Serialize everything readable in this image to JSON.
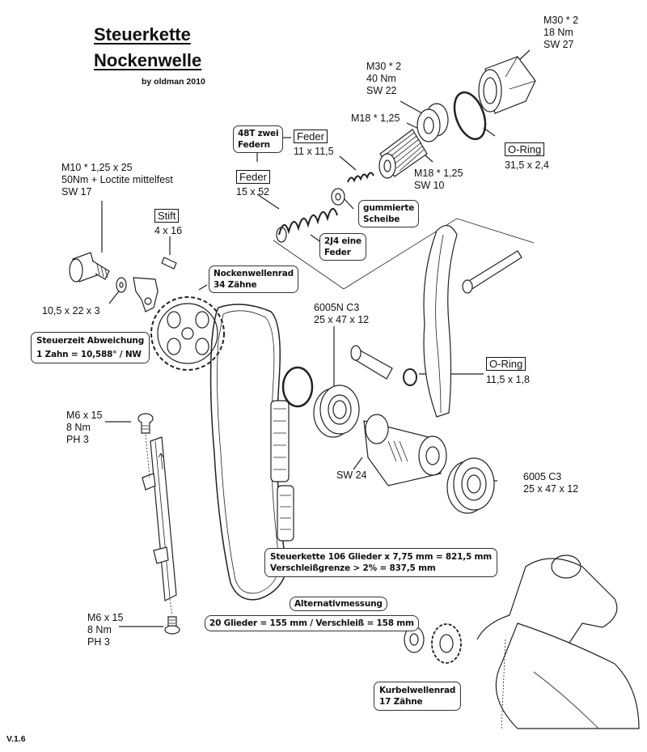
{
  "title": {
    "line1": "Steuerkette",
    "line2": "Nockenwelle",
    "byline": "by oldman 2010"
  },
  "version": "V.1.6",
  "labels": {
    "m30_18nm": {
      "lines": [
        "M30 * 2",
        "18 Nm",
        "SW 27"
      ]
    },
    "m30_40nm": {
      "lines": [
        "M30 * 2",
        "40 Nm",
        "SW 22"
      ]
    },
    "m18_upper": {
      "line": "M18 * 1,25"
    },
    "m18_sw10": {
      "lines": [
        "M18 * 1,25",
        "SW 10"
      ]
    },
    "oring_large": {
      "tag": "O-Ring",
      "size": "31,5 x 2,4"
    },
    "feder_small": {
      "tag": "Feder",
      "size": "11 x 11,5"
    },
    "feder_large": {
      "tag": "Feder",
      "size": "15 x 52"
    },
    "m10_bolt": {
      "lines": [
        "M10 * 1,25 x 25",
        "50Nm + Loctite mittelfest",
        "SW 17"
      ]
    },
    "stift": {
      "tag": "Stift",
      "size": "4 x 16"
    },
    "washer": {
      "line": "10,5 x 22 x 3"
    },
    "bearing_6005n": {
      "lines": [
        "6005N C3",
        "25 x 47 x 12"
      ]
    },
    "oring_small": {
      "tag": "O-Ring",
      "size": "11,5 x 1,8"
    },
    "m6_upper": {
      "lines": [
        "M6 x 15",
        "8 Nm",
        "PH 3"
      ]
    },
    "m6_lower": {
      "lines": [
        "M6 x 15",
        "8 Nm",
        "PH 3"
      ]
    },
    "sw24": {
      "line": "SW 24"
    },
    "bearing_6005": {
      "lines": [
        "6005 C3",
        "25 x 47 x 12"
      ]
    }
  },
  "notes": {
    "zwei_federn": [
      "48T zwei",
      "Federn"
    ],
    "gummierte_scheibe": [
      "gummierte",
      "Scheibe"
    ],
    "eine_feder": [
      "2J4 eine",
      "Feder"
    ],
    "nockenwellenrad": [
      "Nockenwellenrad",
      "34 Zähne"
    ],
    "steuerzeit": [
      "Steuerzeit Abweichung",
      "1 Zahn = 10,588° / NW"
    ],
    "steuerkette": [
      "Steuerkette 106 Glieder x 7,75 mm = 821,5 mm",
      "Verschleißgrenze > 2% = 837,5 mm"
    ],
    "alternativmessung_title": "Alternativmessung",
    "alternativmessung": "20 Glieder = 155 mm / Verschleiß = 158 mm",
    "kurbelwellenrad": [
      "Kurbelwellenrad",
      "17 Zähne"
    ]
  }
}
